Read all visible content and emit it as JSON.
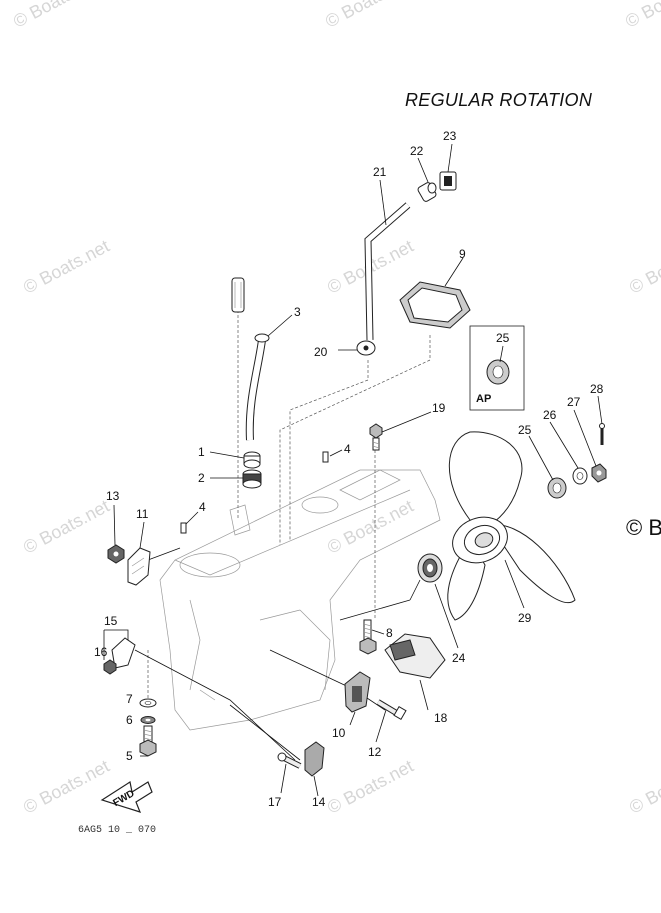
{
  "title": "REGULAR ROTATION",
  "diagram_code": "6AG5 10 _ 070",
  "watermark_text": "© Boats.net",
  "watermark_edge_text": "© B",
  "ap_box_label": "AP",
  "fwd_label": "FWD",
  "callouts": [
    "1",
    "2",
    "3",
    "4",
    "4",
    "5",
    "6",
    "7",
    "8",
    "9",
    "10",
    "11",
    "12",
    "13",
    "14",
    "15",
    "16",
    "17",
    "18",
    "19",
    "20",
    "21",
    "22",
    "23",
    "24",
    "25",
    "25",
    "26",
    "27",
    "28",
    "29"
  ]
}
